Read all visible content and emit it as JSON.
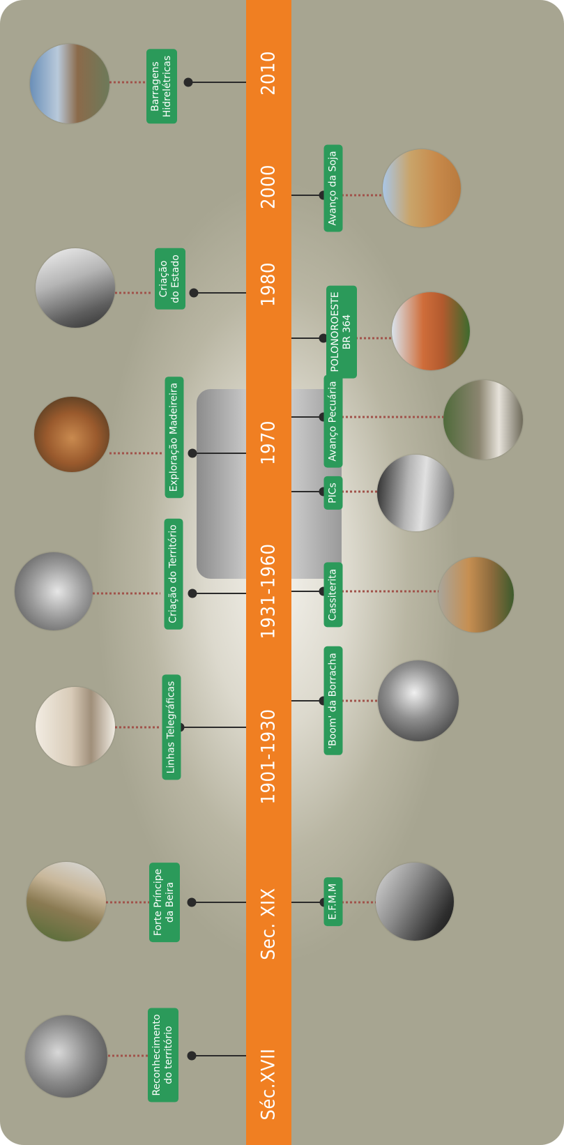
{
  "periods": [
    {
      "id": "sec-xvii",
      "label": "Séc.XVII"
    },
    {
      "id": "sec-xix",
      "label": "Sec. XIX"
    },
    {
      "id": "1901-1930",
      "label": "1901-1930"
    },
    {
      "id": "1931-1960",
      "label": "1931-1960"
    },
    {
      "id": "1970",
      "label": "1970"
    },
    {
      "id": "1980",
      "label": "1980"
    },
    {
      "id": "2000",
      "label": "2000"
    },
    {
      "id": "2010",
      "label": "2010"
    }
  ],
  "events": [
    {
      "id": "reconhecimento",
      "lines": [
        "Reconhecimento",
        "do território"
      ],
      "side": "left",
      "photo": "grayscale"
    },
    {
      "id": "forte",
      "lines": [
        "Forte Príncipe",
        "da Beira"
      ],
      "side": "left",
      "photo": "color"
    },
    {
      "id": "linhas",
      "lines": [
        "Linhas Telegráficas"
      ],
      "side": "left",
      "photo": "sepia"
    },
    {
      "id": "territorio",
      "lines": [
        "Criação do Território"
      ],
      "side": "left",
      "photo": "grayscale"
    },
    {
      "id": "madeireira",
      "lines": [
        "Exploração Madeireira"
      ],
      "side": "left",
      "photo": "color"
    },
    {
      "id": "estado",
      "lines": [
        "Criação",
        "do Estado"
      ],
      "side": "left",
      "photo": "grayscale"
    },
    {
      "id": "barragens",
      "lines": [
        "Barragens",
        "Hidrelétricas"
      ],
      "side": "left",
      "photo": "color"
    },
    {
      "id": "efmm",
      "lines": [
        "E.F.M.M"
      ],
      "side": "right",
      "photo": "grayscale"
    },
    {
      "id": "borracha",
      "lines": [
        "'Boom' da Borracha"
      ],
      "side": "right",
      "photo": "grayscale"
    },
    {
      "id": "cassiterita",
      "lines": [
        "Cassiterita"
      ],
      "side": "right",
      "photo": "color"
    },
    {
      "id": "pics",
      "lines": [
        "PICs"
      ],
      "side": "right",
      "photo": "grayscale"
    },
    {
      "id": "pecuaria",
      "lines": [
        "Avanço Pecuária"
      ],
      "side": "right",
      "photo": "color"
    },
    {
      "id": "polonoroeste",
      "lines": [
        "POLONOROESTE",
        "BR 364"
      ],
      "side": "right",
      "photo": "color"
    },
    {
      "id": "soja",
      "lines": [
        "Avanço da Soja"
      ],
      "side": "right",
      "photo": "color"
    }
  ],
  "colors": {
    "axis": "#f07f22",
    "label": "#2b9a5a",
    "connector": "#2a2a2a",
    "dotted": "#a0524a"
  }
}
